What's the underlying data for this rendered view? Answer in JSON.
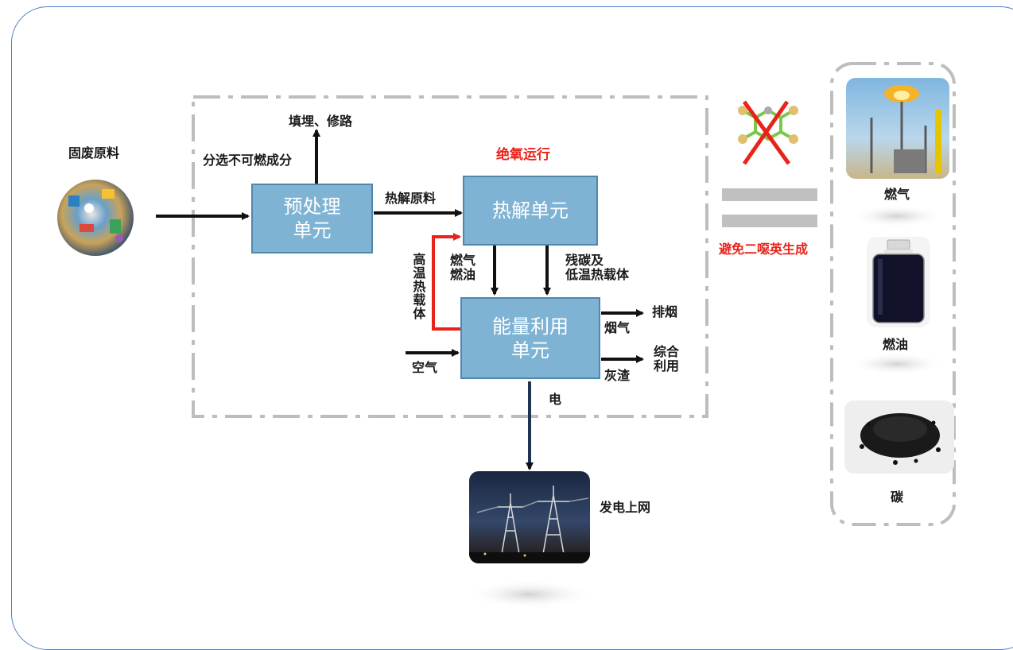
{
  "title_note": "绝氧运行",
  "raw_material": "固废原料",
  "boxes": {
    "pretreatment": "预处理\n单元",
    "pyrolysis": "热解单元",
    "energy": "能量利用\n单元"
  },
  "flows": {
    "landfill": "填埋、修路",
    "sorting": "分选不可燃成分",
    "pyrolysis_feed": "热解原料",
    "gas_oil": "燃气\n燃油",
    "residual_carbon": "残碳及\n低温热载体",
    "high_temp_carrier": "高温热载体",
    "flue_gas": "烟气",
    "exhaust": "排烟",
    "ash": "灰渣",
    "comprehensive_use": "综合\n利用",
    "air": "空气",
    "electricity": "电",
    "grid": "发电上网"
  },
  "dioxin_note": "避免二噁英生成",
  "products": [
    "燃气",
    "燃油",
    "碳"
  ],
  "colors": {
    "box_fill": "#7fb3d4",
    "accent_red": "#e8231a",
    "frame": "#4f7fc2"
  }
}
